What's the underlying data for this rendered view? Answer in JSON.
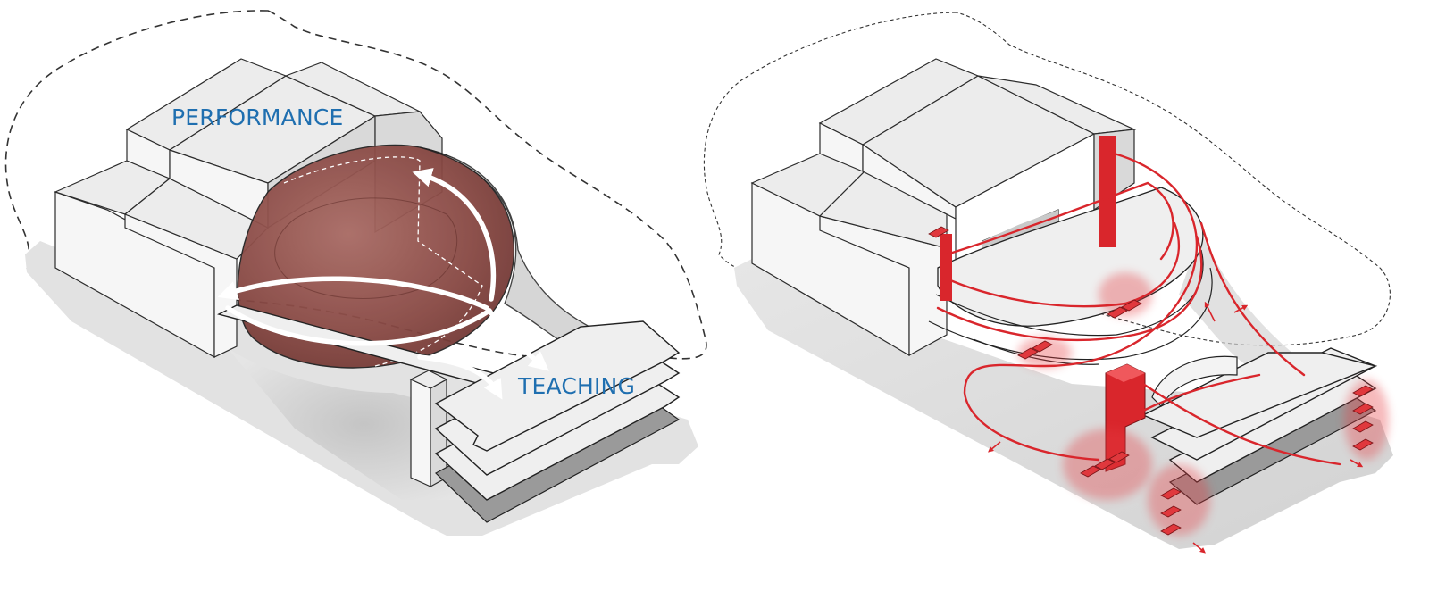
{
  "labels": {
    "performance": "PERFORMANCE",
    "teaching": "TEACHING"
  },
  "colors": {
    "label_blue": "#1f6fb0",
    "circulation_red": "#d9262c",
    "auditorium_volume": "#8a4a45",
    "outline": "#333333"
  },
  "panels": [
    {
      "name": "program-axonometric",
      "labels_shown": [
        "performance",
        "teaching"
      ]
    },
    {
      "name": "circulation-axonometric",
      "labels_shown": []
    }
  ]
}
